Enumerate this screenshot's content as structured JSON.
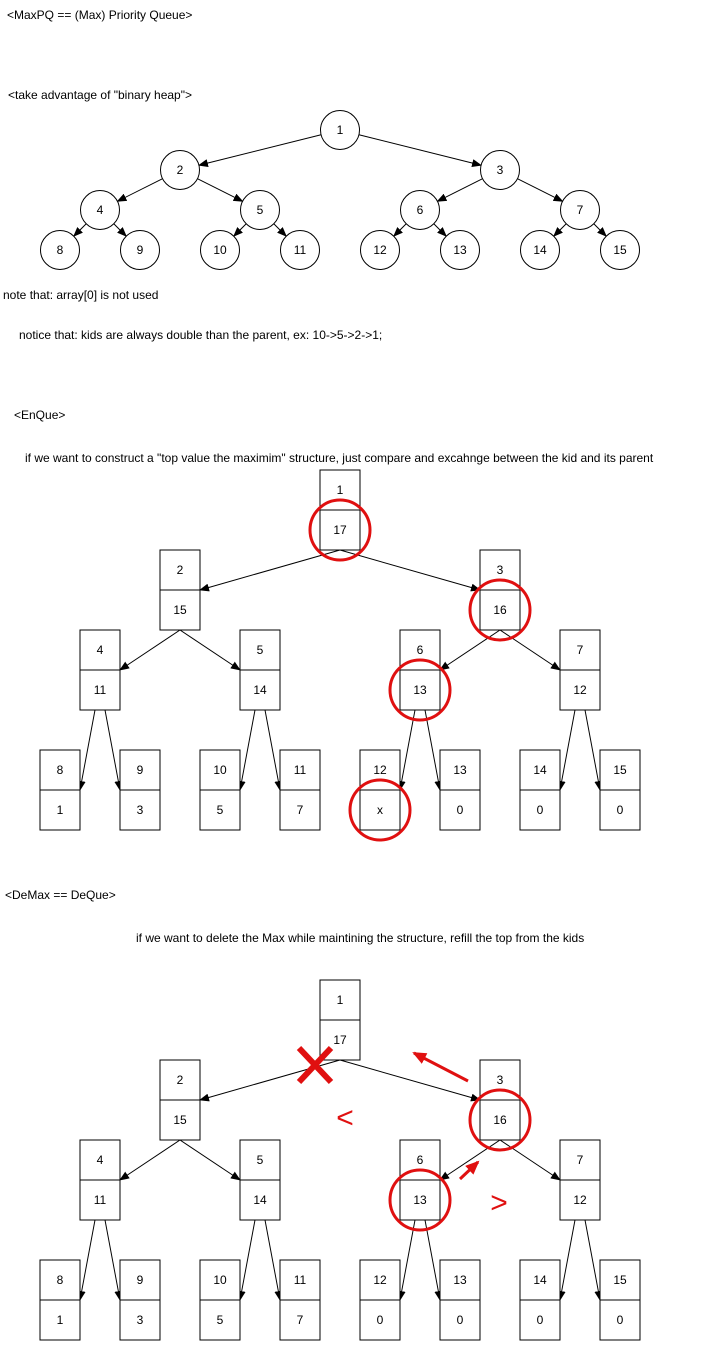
{
  "texts": {
    "title": "<MaxPQ == (Max) Priority Queue>",
    "heap_hint": "<take advantage of \"binary heap\">",
    "note_array": "note that: array[0] is not used",
    "note_kids": "notice that: kids are always double than the parent, ex: 10->5->2->1;",
    "enque_title": "<EnQue>",
    "enque_desc": "if we want to construct a \"top value the maximim\" structure, just compare and excahnge between the kid and its parent",
    "demax_title": "<DeMax == DeQue>",
    "demax_desc": "if we want to delete the Max while maintining the structure, refill the top from the kids"
  },
  "index_tree": [
    "1",
    "2",
    "3",
    "4",
    "5",
    "6",
    "7",
    "8",
    "9",
    "10",
    "11",
    "12",
    "13",
    "14",
    "15"
  ],
  "enque_tree": {
    "indices": [
      "1",
      "2",
      "3",
      "4",
      "5",
      "6",
      "7",
      "8",
      "9",
      "10",
      "11",
      "12",
      "13",
      "14",
      "15"
    ],
    "values": [
      "17",
      "15",
      "16",
      "11",
      "14",
      "13",
      "12",
      "1",
      "3",
      "5",
      "7",
      "x",
      "0",
      "0",
      "0"
    ],
    "highlighted": [
      "1",
      "3",
      "6",
      "12"
    ]
  },
  "demax_tree": {
    "indices": [
      "1",
      "2",
      "3",
      "4",
      "5",
      "6",
      "7",
      "8",
      "9",
      "10",
      "11",
      "12",
      "13",
      "14",
      "15"
    ],
    "values": [
      "17",
      "15",
      "16",
      "11",
      "14",
      "13",
      "12",
      "1",
      "3",
      "5",
      "7",
      "0",
      "0",
      "0",
      "0"
    ],
    "highlighted": [
      "3",
      "6"
    ],
    "removed": "1",
    "compare_left": "<",
    "compare_right": ">"
  },
  "colors": {
    "line": "#000000",
    "highlight": "#e01010",
    "background": "#ffffff"
  }
}
